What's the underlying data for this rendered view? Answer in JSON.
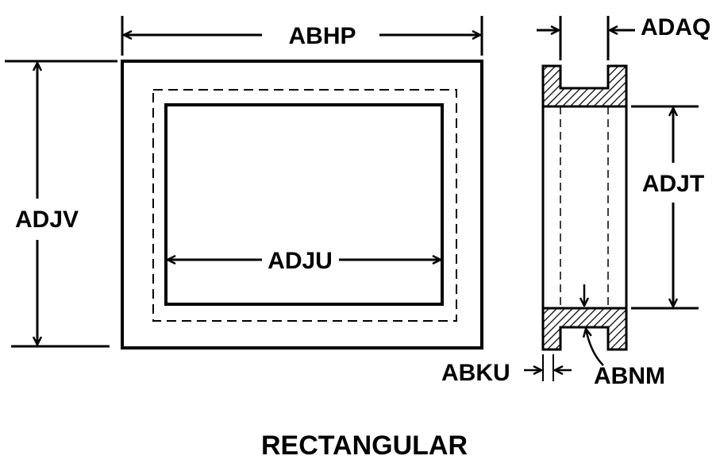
{
  "labels": {
    "abhp": "ABHP",
    "adaq": "ADAQ",
    "adjv": "ADJV",
    "adju": "ADJU",
    "adjt": "ADJT",
    "abku": "ABKU",
    "abnm": "ABNM"
  },
  "caption": "RECTANGULAR",
  "colors": {
    "ink": "#000000",
    "background": "#ffffff"
  }
}
